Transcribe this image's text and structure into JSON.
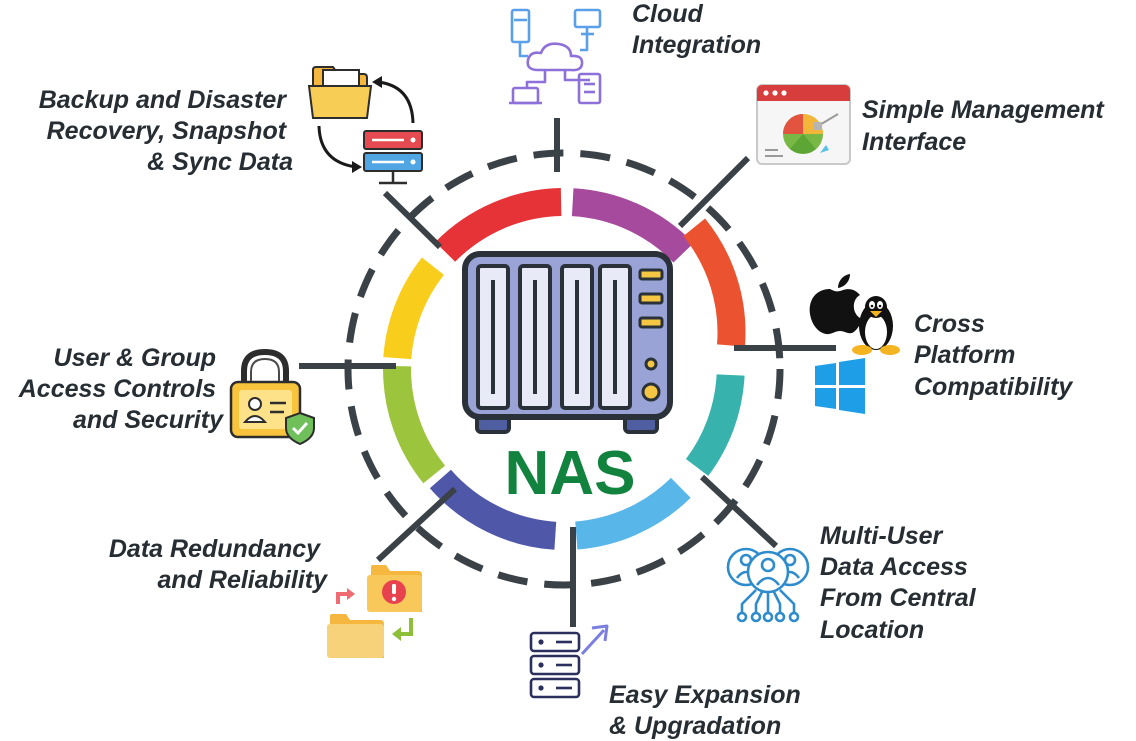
{
  "center": {
    "title": "NAS"
  },
  "features": [
    {
      "id": "cloud",
      "icon": "cloud-network-icon",
      "lines": [
        "Cloud",
        "Integration"
      ]
    },
    {
      "id": "management",
      "icon": "dashboard-chart-icon",
      "lines": [
        "Simple Management",
        "Interface"
      ]
    },
    {
      "id": "cross-platform",
      "icon": "os-logos-icon",
      "lines": [
        "Cross",
        "Platform",
        "Compatibility"
      ]
    },
    {
      "id": "multi-user",
      "icon": "users-network-icon",
      "lines": [
        "Multi-User",
        "Data Access",
        "From Central",
        "Location"
      ]
    },
    {
      "id": "expansion",
      "icon": "server-upgrade-icon",
      "lines": [
        "Easy Expansion",
        "& Upgradation"
      ]
    },
    {
      "id": "redundancy",
      "icon": "folder-alert-icon",
      "lines": [
        "Data Redundancy",
        "and Reliability"
      ]
    },
    {
      "id": "access",
      "icon": "padlock-id-icon",
      "lines": [
        "User & Group",
        "Access Controls",
        "and Security"
      ]
    },
    {
      "id": "backup",
      "icon": "folder-server-sync-icon",
      "lines": [
        "Backup and Disaster",
        "Recovery, Snapshot",
        "& Sync Data"
      ]
    }
  ],
  "colors": {
    "ring": [
      "#e63338",
      "#a64a9e",
      "#eb5230",
      "#38b2ad",
      "#58b6e8",
      "#4f57a8",
      "#9dc43d",
      "#f8cd1c"
    ],
    "connector": "#3a4147",
    "dashed_ring": "#3a4147",
    "nas_text": "#12823f",
    "label_text": "#262d33"
  }
}
